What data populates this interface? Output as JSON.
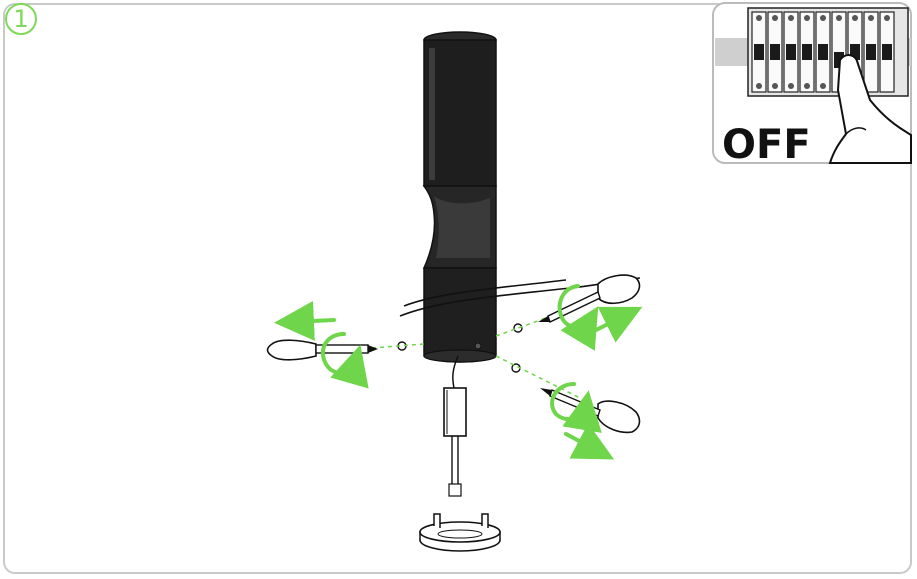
{
  "step": {
    "number": "1"
  },
  "inset": {
    "label": "OFF"
  },
  "colors": {
    "accent": "#6fd54a",
    "outline": "#111111",
    "lamp_body": "#1f1f1f",
    "lamp_highlight": "#3a3a3a",
    "frame": "#c9c9c9"
  },
  "icons": {
    "step_badge": "step-number-circle",
    "arrows": "green-curved-rotate-arrow",
    "tools": "screwdriver-icon",
    "inset": "circuit-breaker-off-icon"
  }
}
